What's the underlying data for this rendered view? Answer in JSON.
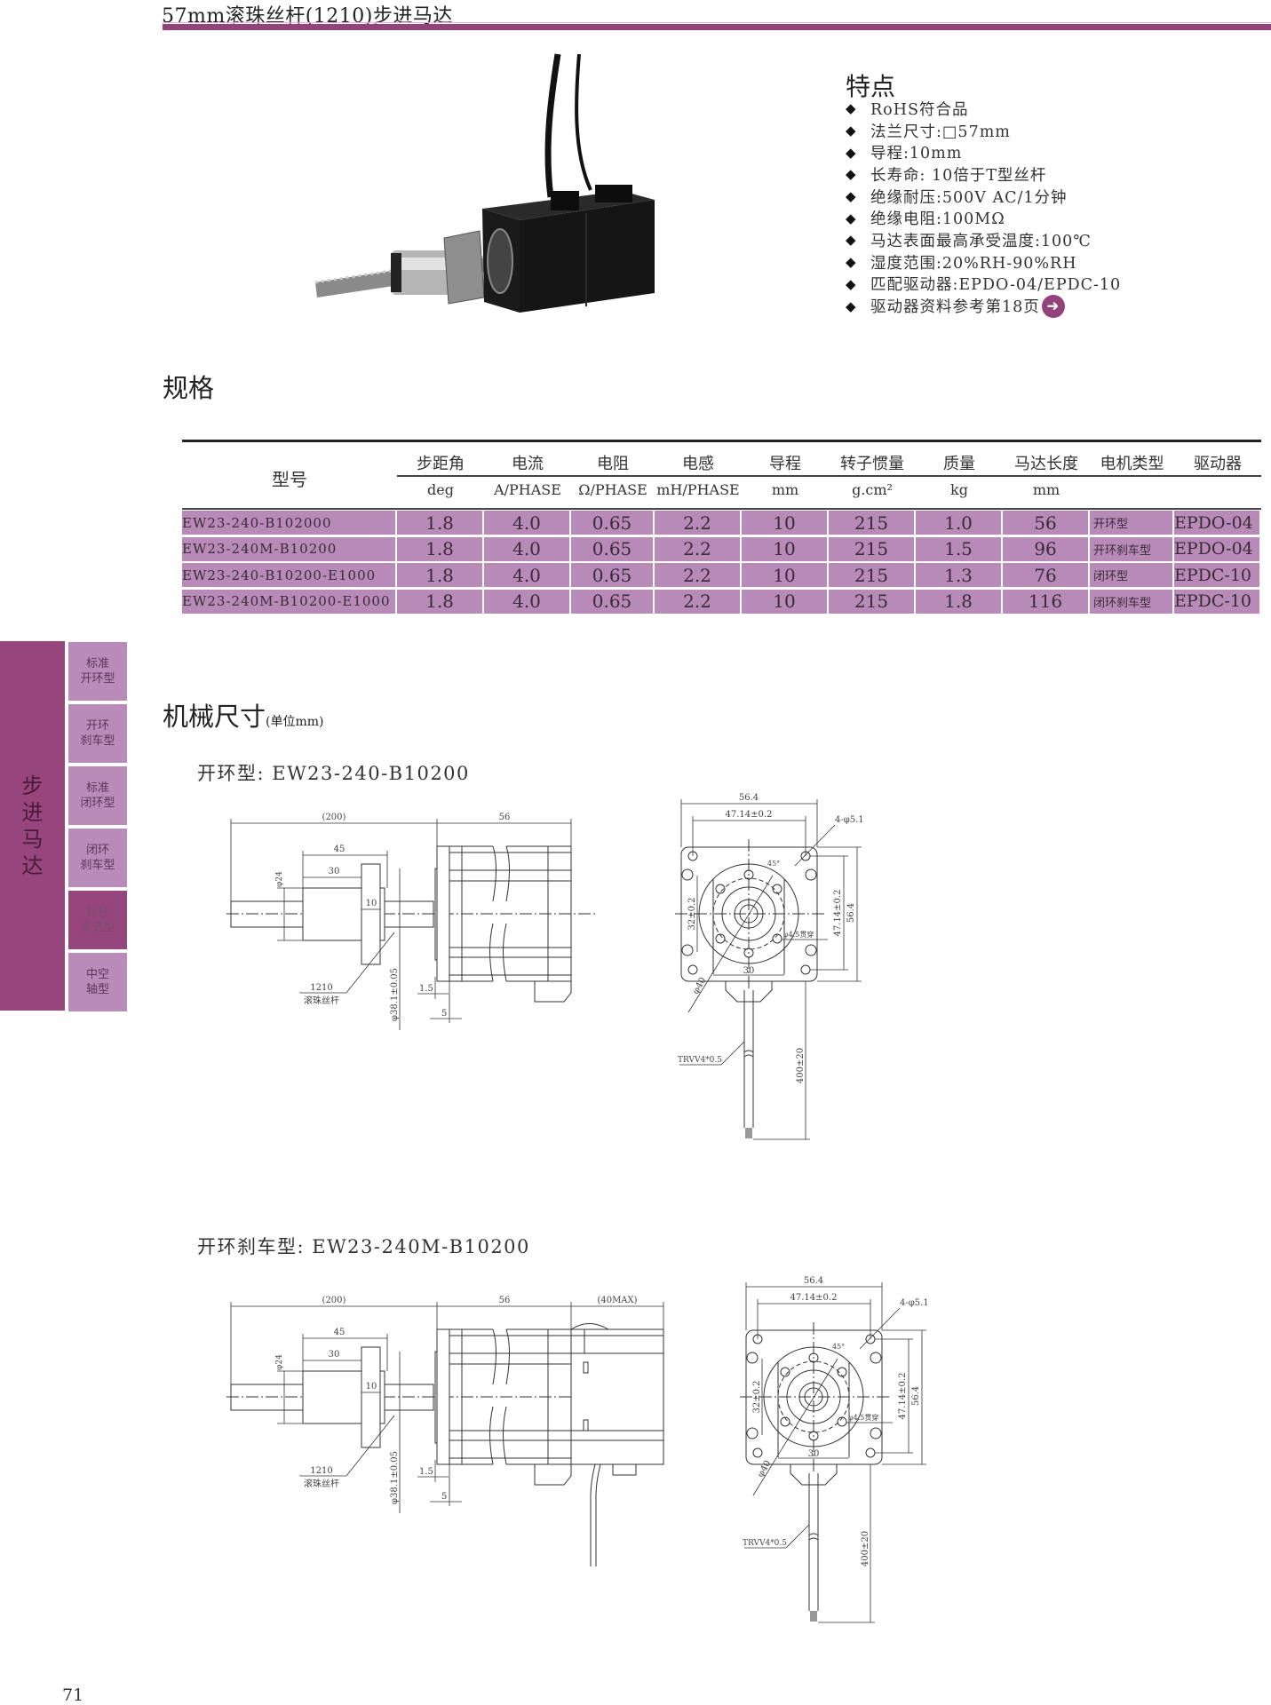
{
  "header": {
    "title": "57mm滚珠丝杆(1210)步进马达"
  },
  "features": {
    "heading": "特点",
    "items": [
      "RoHS符合品",
      "法兰尺寸:□57mm",
      "导程:10mm",
      "长寿命: 10倍于T型丝杆",
      "绝缘耐压:500V AC/1分钟",
      "绝缘电阻:100MΩ",
      "马达表面最高承受温度:100℃",
      "湿度范围:20%RH-90%RH",
      "匹配驱动器:EPDO-04/EPDC-10",
      "驱动器资料参考第18页"
    ],
    "bullet": "◆",
    "goto_icon": "➜"
  },
  "spec": {
    "heading": "规格",
    "model_header": "型号",
    "columns": [
      {
        "name": "步距角",
        "unit": "deg"
      },
      {
        "name": "电流",
        "unit": "A/PHASE"
      },
      {
        "name": "电阻",
        "unit": "Ω/PHASE"
      },
      {
        "name": "电感",
        "unit": "mH/PHASE"
      },
      {
        "name": "导程",
        "unit": "mm"
      },
      {
        "name": "转子惯量",
        "unit": "g.cm²"
      },
      {
        "name": "质量",
        "unit": "kg"
      },
      {
        "name": "马达长度",
        "unit": "mm"
      },
      {
        "name": "电机类型",
        "unit": ""
      },
      {
        "name": "驱动器",
        "unit": ""
      }
    ],
    "rows": [
      [
        "EW23-240-B102000",
        "1.8",
        "4.0",
        "0.65",
        "2.2",
        "10",
        "215",
        "1.0",
        "56",
        "开环型",
        "EPDO-04"
      ],
      [
        "EW23-240M-B10200",
        "1.8",
        "4.0",
        "0.65",
        "2.2",
        "10",
        "215",
        "1.5",
        "96",
        "开环刹车型",
        "EPDO-04"
      ],
      [
        "EW23-240-B10200-E1000",
        "1.8",
        "4.0",
        "0.65",
        "2.2",
        "10",
        "215",
        "1.3",
        "76",
        "闭环型",
        "EPDC-10"
      ],
      [
        "EW23-240M-B10200-E1000",
        "1.8",
        "4.0",
        "0.65",
        "2.2",
        "10",
        "215",
        "1.8",
        "116",
        "闭环刹车型",
        "EPDC-10"
      ]
    ]
  },
  "sidebar": {
    "main_label": "步\n进\n马\n达",
    "tabs": [
      {
        "label": "标准\n开环型",
        "active": false
      },
      {
        "label": "开环\n刹车型",
        "active": false
      },
      {
        "label": "标准\n闭环型",
        "active": false
      },
      {
        "label": "闭环\n刹车型",
        "active": false
      },
      {
        "label": "丝杆\n步进型",
        "active": true
      },
      {
        "label": "中空\n轴型",
        "active": false
      }
    ]
  },
  "mechanical": {
    "heading": "机械尺寸",
    "unit": "(单位mm)",
    "drawings": [
      {
        "label": "开环型: EW23-240-B10200",
        "dims": {
          "total": "(200)",
          "motor_len": "56",
          "nut_len": "45",
          "nut_body": "30",
          "flange": "10",
          "nut_dia": "φ24",
          "pilot_dia": "φ38.1±0.05",
          "pilot_h": "1.5",
          "flange_t": "5",
          "screw_code": "1210",
          "screw_name": "滚珠丝杆",
          "width": "56.4",
          "hole_pitch": "47.14±0.2",
          "holes": "4-φ5.1",
          "height": "56.4",
          "hole_pitch_v": "47.14±0.2",
          "nut_pitch": "32±0.2",
          "nut_w": "30",
          "nut_hole": "φ4.5贯穿",
          "angle": "45°",
          "pcd": "φ40",
          "cable": "TRVV4*0.5",
          "cable_len": "400±20"
        }
      },
      {
        "label": "开环刹车型: EW23-240M-B10200",
        "dims": {
          "total": "(200)",
          "motor_len": "56",
          "nut_len": "45",
          "nut_body": "30",
          "flange": "10",
          "nut_dia": "φ24",
          "pilot_dia": "φ38.1±0.05",
          "pilot_h": "1.5",
          "flange_t": "5",
          "screw_code": "1210",
          "screw_name": "滚珠丝杆",
          "width": "56.4",
          "hole_pitch": "47.14±0.2",
          "holes": "4-φ5.1",
          "height": "56.4",
          "hole_pitch_v": "47.14±0.2",
          "nut_pitch": "32±0.2",
          "nut_w": "30",
          "nut_hole": "φ4.5贯穿",
          "angle": "45°",
          "pcd": "φ40",
          "cable": "TRVV4*0.5",
          "cable_len": "400±20",
          "brake_len": "(40MAX)"
        }
      }
    ]
  },
  "page_number": "71",
  "colors": {
    "accent": "#93437a",
    "table_cell": "#b78ab8",
    "tab": "#b98bb9"
  }
}
